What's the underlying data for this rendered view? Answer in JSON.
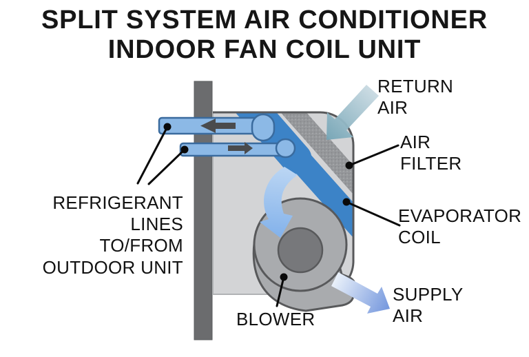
{
  "title": {
    "line1": "SPLIT SYSTEM AIR CONDITIONER",
    "line2": "INDOOR FAN COIL UNIT"
  },
  "labels": {
    "return_air": "RETURN\nAIR",
    "air_filter": "AIR\nFILTER",
    "evaporator_coil": "EVAPORATOR\nCOIL",
    "supply_air": "SUPPLY\nAIR",
    "refrigerant_lines": "REFRIGERANT LINES\nTO/FROM\nOUTDOOR UNIT",
    "blower": "BLOWER"
  },
  "colors": {
    "background": "#FFFFFF",
    "title_text": "#161616",
    "label_text": "#111111",
    "wall": "#6B6C6E",
    "unit_body": "#D3D4D6",
    "unit_outline": "#58595B",
    "air_filter": "#95979A",
    "evaporator_coil": "#3C83C7",
    "refrigerant_pipe": "#8CB9E6",
    "pipe_outline": "#3A6B9E",
    "pipe_flow_arrow": "#4A4B4D",
    "blower_housing": "#A9ABAE",
    "blower_hub": "#77787B",
    "return_air_start": "#C9DAE2",
    "return_air_end": "#73A4B5",
    "internal_air_start": "#BAD5F3",
    "internal_air_end": "#85B3EB",
    "supply_air_start": "#EAF1FA",
    "supply_air_end": "#7396DD",
    "callout": "#0A0A0A"
  }
}
